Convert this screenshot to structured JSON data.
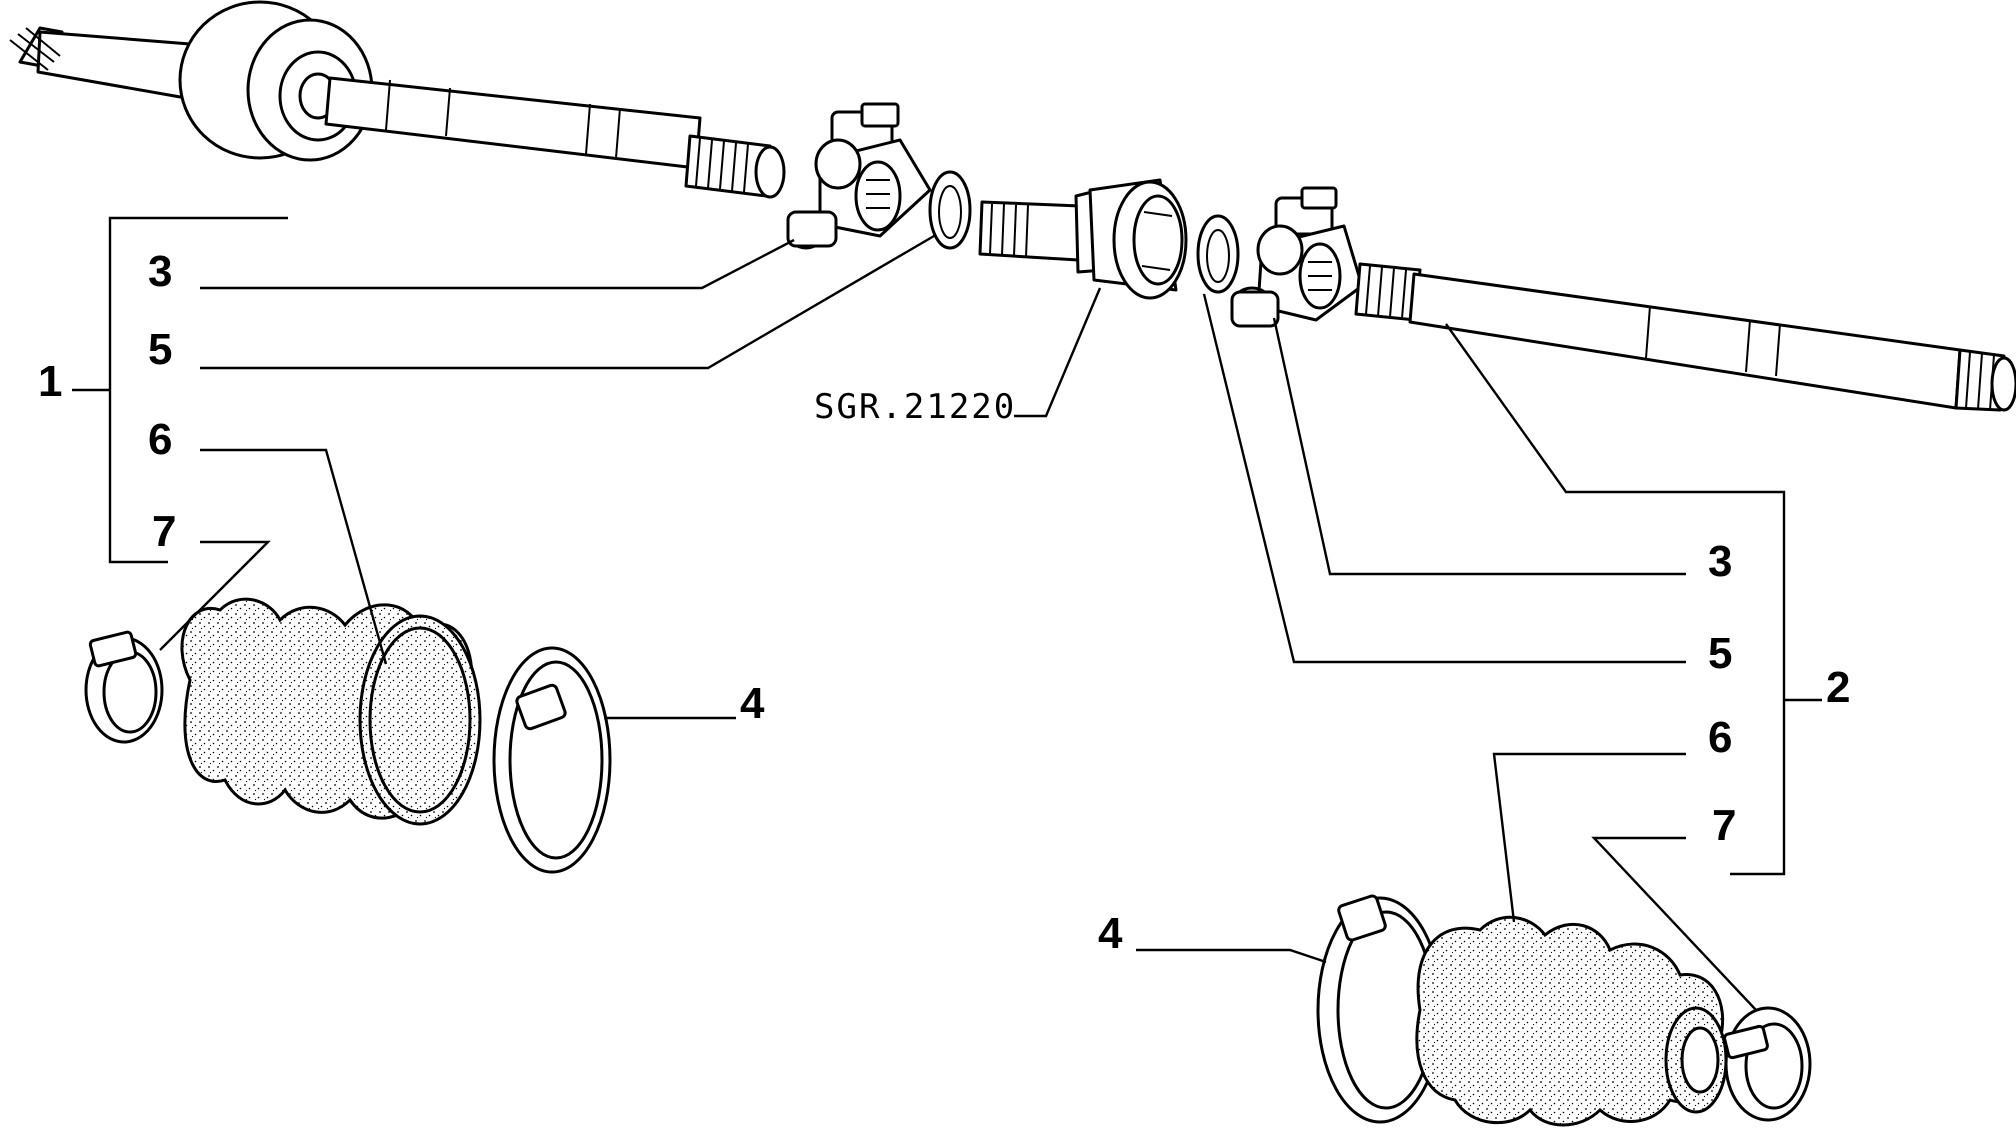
{
  "callouts": {
    "left_assembly": "1",
    "right_assembly": "2",
    "left_3": "3",
    "left_5": "5",
    "left_6": "6",
    "left_7": "7",
    "left_4": "4",
    "right_3": "3",
    "right_5": "5",
    "right_6": "6",
    "right_7": "7",
    "right_4": "4"
  },
  "reference_code": "SGR.21220"
}
